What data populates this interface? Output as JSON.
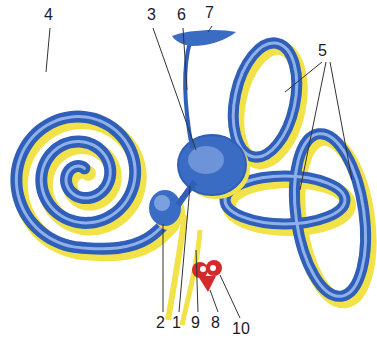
{
  "diagram": {
    "labels": [
      "4",
      "3",
      "6",
      "7",
      "5",
      "2",
      "1",
      "9",
      "8",
      "10"
    ]
  }
}
